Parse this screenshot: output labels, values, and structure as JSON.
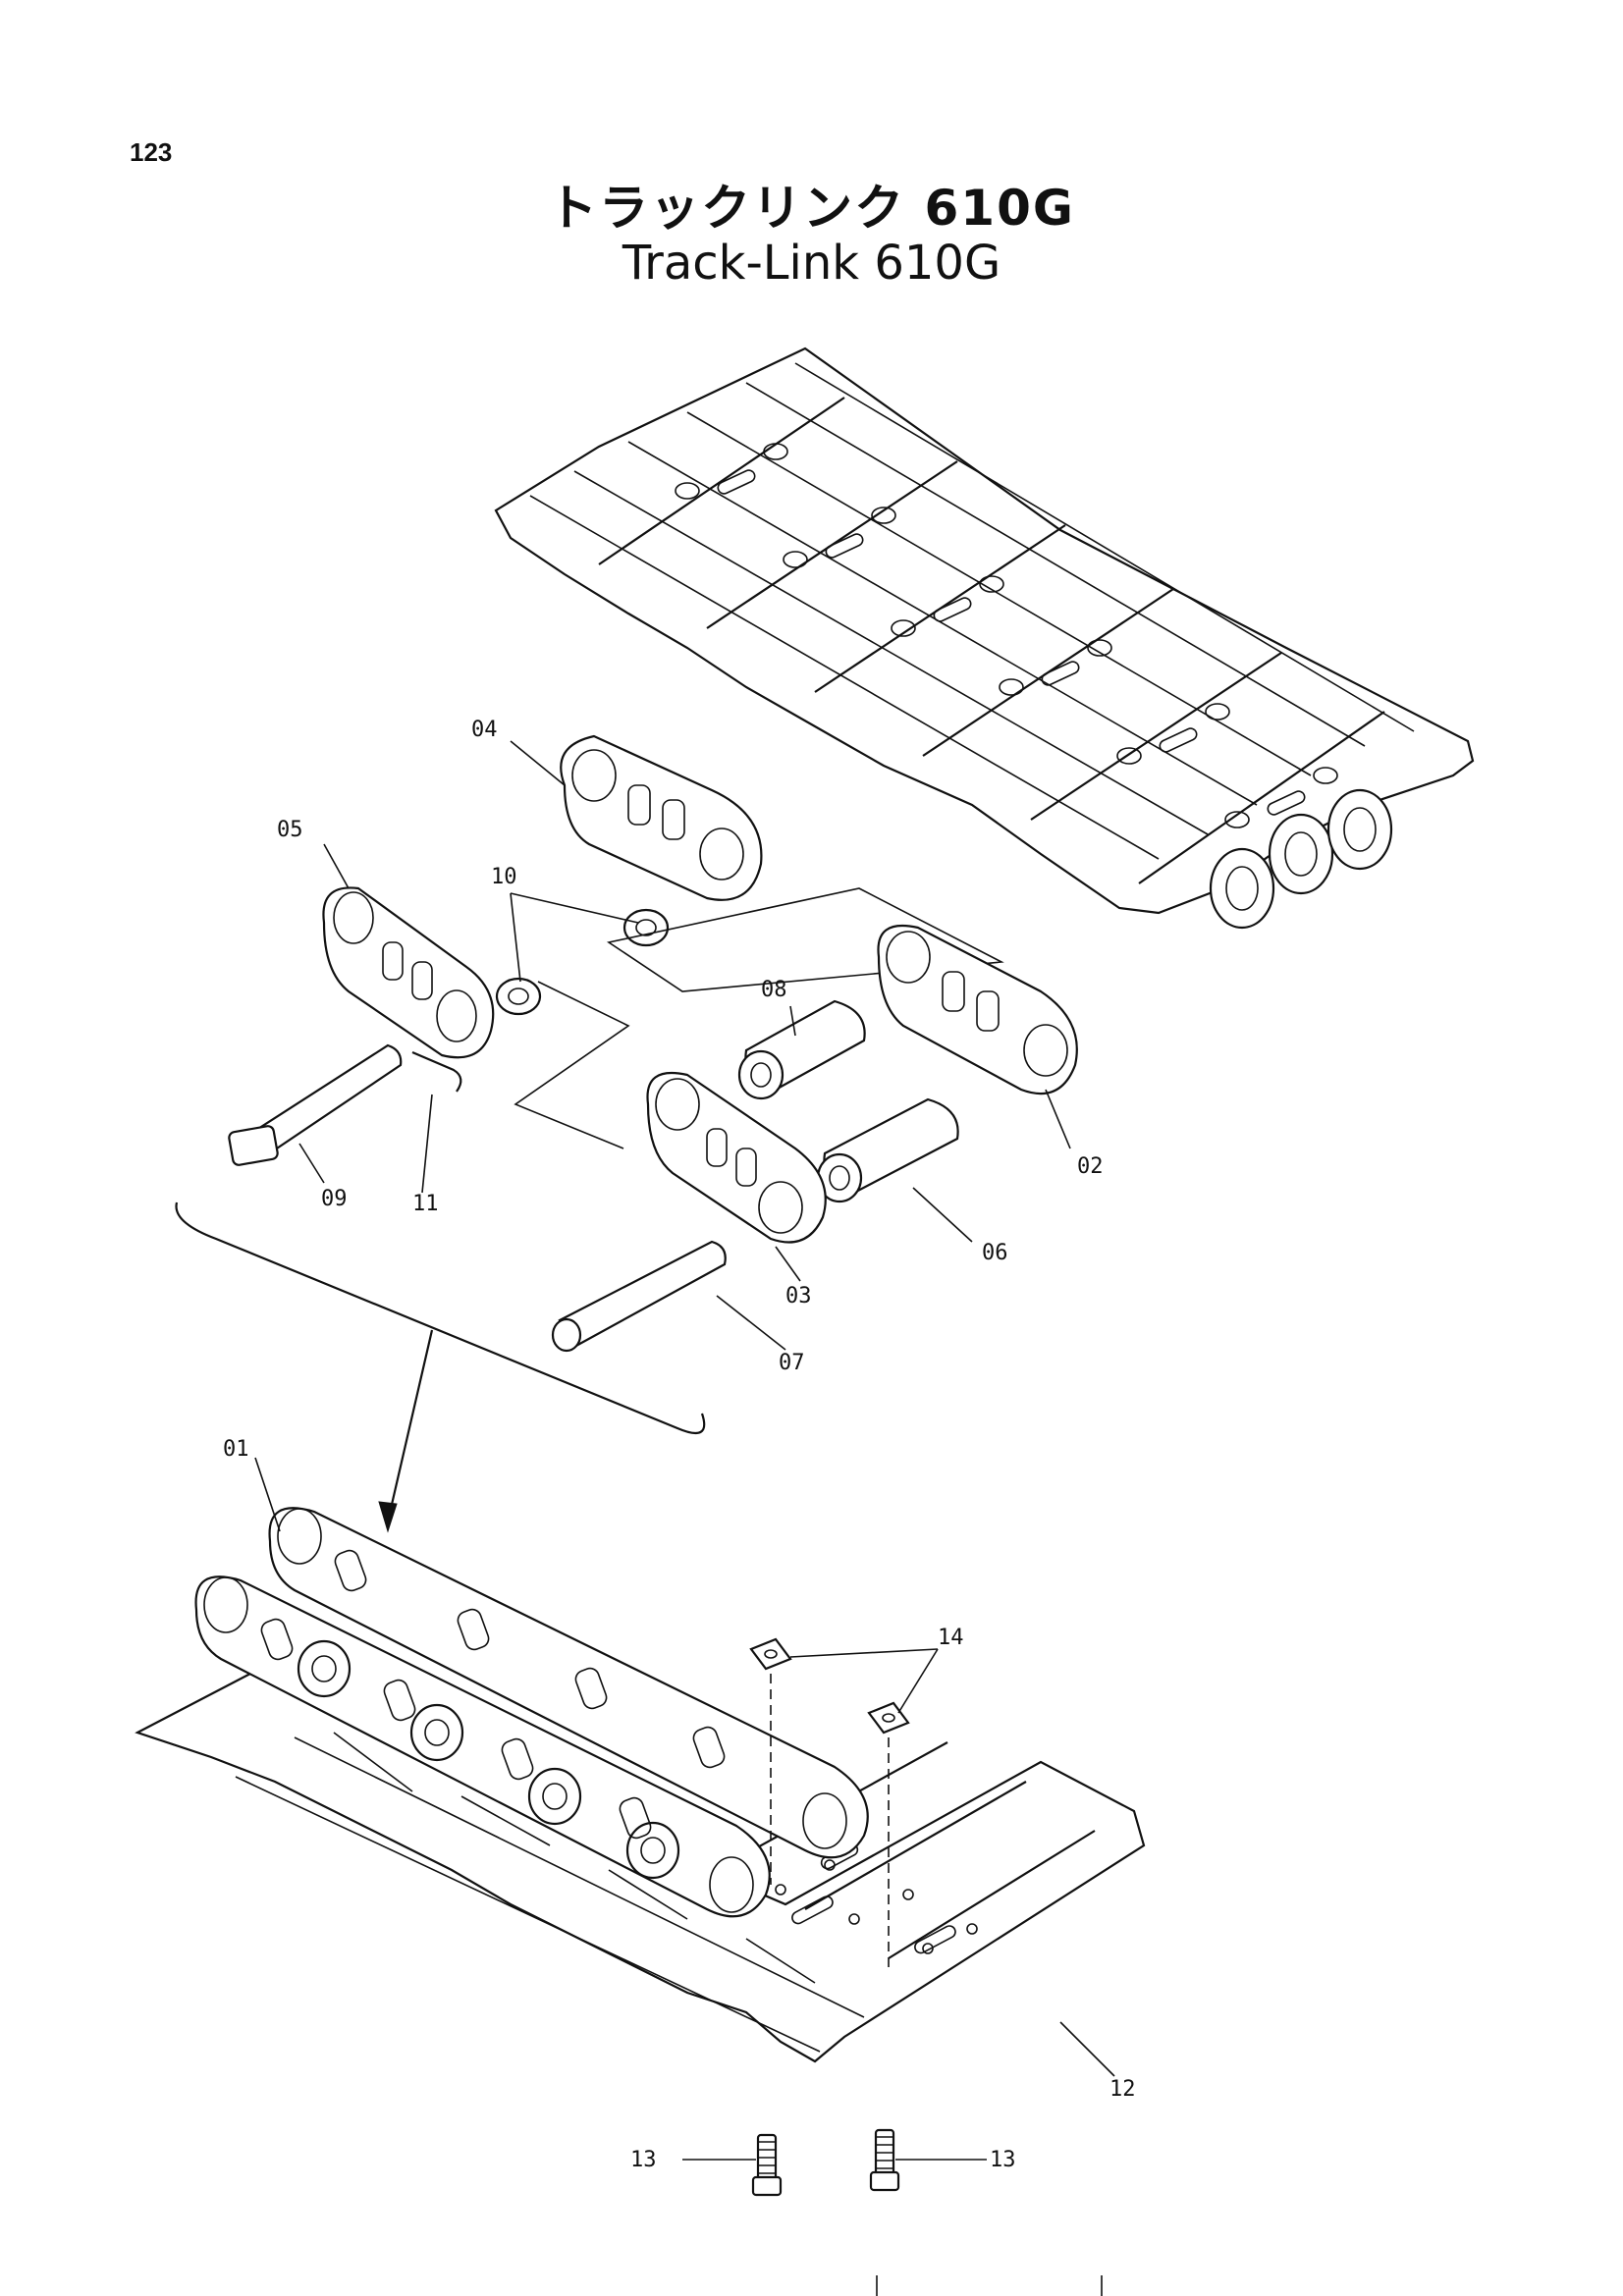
{
  "header": {
    "page_number": "123",
    "title_jp": "トラックリンク 610G",
    "title_en": "Track-Link 610G"
  },
  "callouts": {
    "c01": "01",
    "c02": "02",
    "c03": "03",
    "c04": "04",
    "c05": "05",
    "c06": "06",
    "c07": "07",
    "c08": "08",
    "c09": "09",
    "c10": "10",
    "c11": "11",
    "c12": "12",
    "c13a": "13",
    "c13b": "13",
    "c14": "14"
  },
  "colors": {
    "ink": "#111111",
    "paper": "#ffffff"
  }
}
